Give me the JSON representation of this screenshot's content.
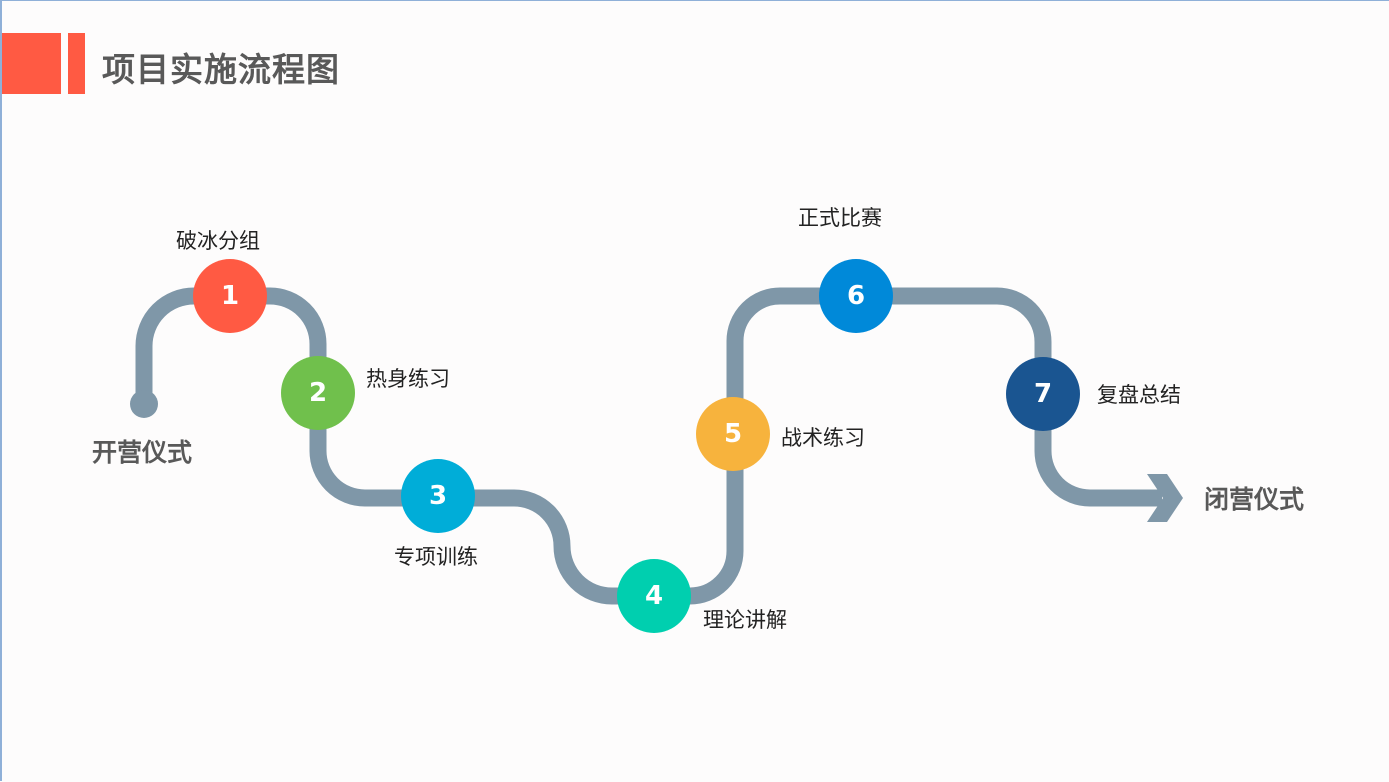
{
  "title": "项目实施流程图",
  "start_label": "开营仪式",
  "end_label": "闭营仪式",
  "colors": {
    "accent": "#ff5a43",
    "path": "#7f97a8"
  },
  "steps": [
    {
      "num": "1",
      "label": "破冰分组",
      "color": "#ff5a43"
    },
    {
      "num": "2",
      "label": "热身练习",
      "color": "#70c04c"
    },
    {
      "num": "3",
      "label": "专项训练",
      "color": "#00add8"
    },
    {
      "num": "4",
      "label": "理论讲解",
      "color": "#00cfaf"
    },
    {
      "num": "5",
      "label": "战术练习",
      "color": "#f7b33d"
    },
    {
      "num": "6",
      "label": "正式比赛",
      "color": "#0089d9"
    },
    {
      "num": "7",
      "label": "复盘总结",
      "color": "#1a5591"
    }
  ]
}
